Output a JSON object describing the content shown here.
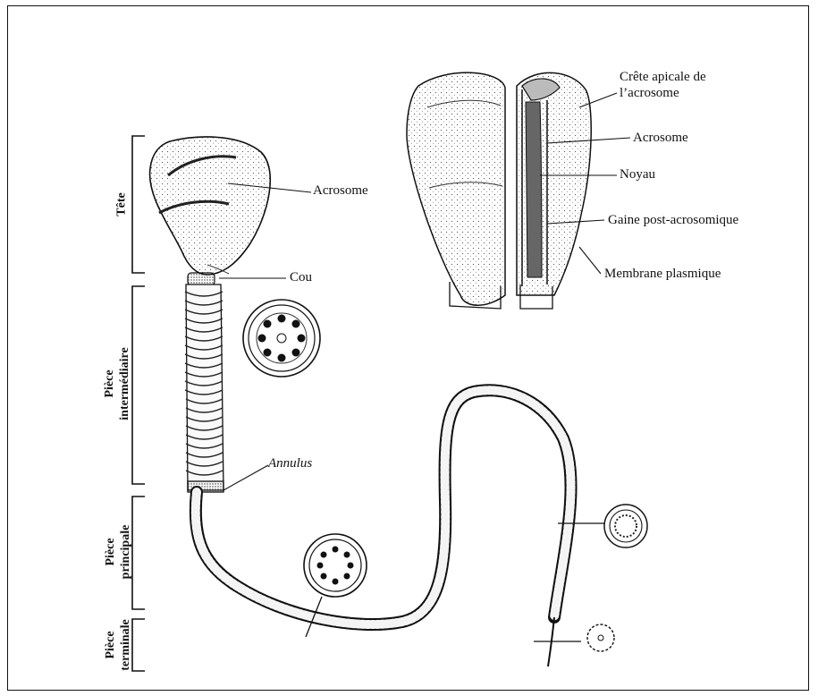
{
  "regions": {
    "tete": "Tête",
    "intermediaire_l1": "Pièce",
    "intermediaire_l2": "intermédiaire",
    "principale_l1": "Pièce",
    "principale_l2": "principale",
    "terminale_l1": "Pièce",
    "terminale_l2": "terminale"
  },
  "labels": {
    "acrosome_main": "Acrosome",
    "cou": "Cou",
    "annulus": "Annulus",
    "crete_l1": "Crête apicale de",
    "crete_l2": "l’acrosome",
    "acrosome_detail": "Acrosome",
    "noyau": "Noyau",
    "gaine": "Gaine post-acrosomique",
    "membrane": "Membrane plasmique"
  }
}
